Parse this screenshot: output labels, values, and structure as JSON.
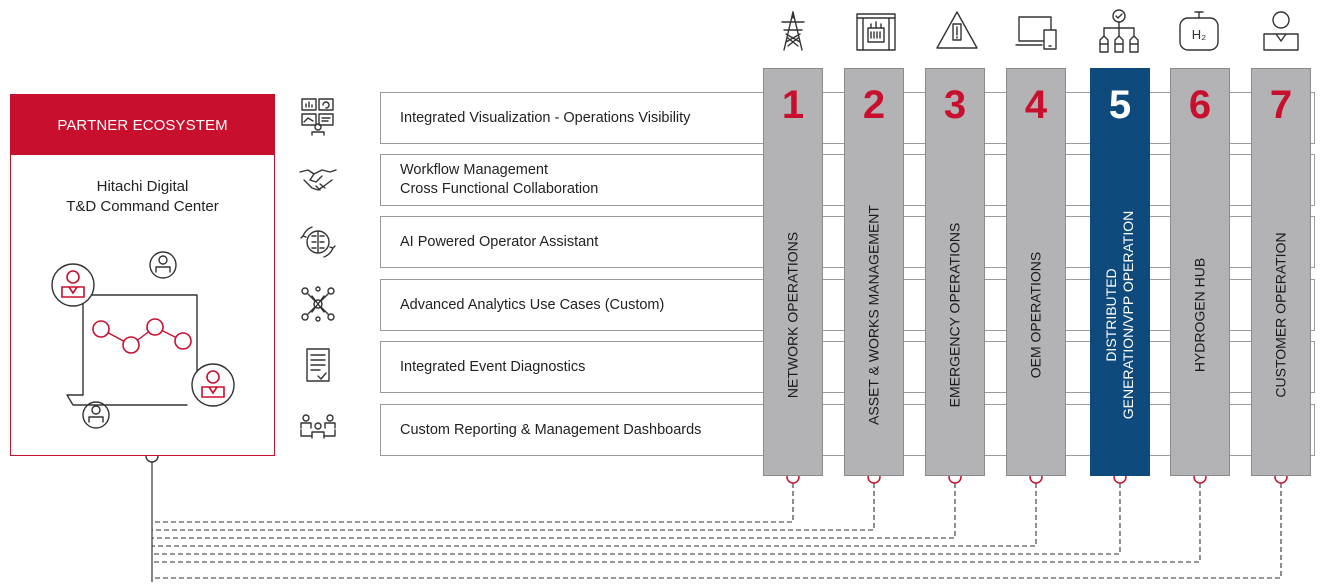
{
  "partner": {
    "header": "PARTNER ECOSYSTEM",
    "title_line1": "Hitachi Digital",
    "title_line2": "T&D Command Center"
  },
  "capabilities": [
    {
      "line1": "Integrated Visualization - Operations Visibility",
      "line2": "",
      "icon": "dashboard-icon"
    },
    {
      "line1": "Workflow Management",
      "line2": "Cross Functional Collaboration",
      "icon": "handshake-icon"
    },
    {
      "line1": "AI Powered Operator Assistant",
      "line2": "",
      "icon": "ai-brain-icon"
    },
    {
      "line1": "Advanced Analytics Use Cases (Custom)",
      "line2": "",
      "icon": "network-analytics-icon"
    },
    {
      "line1": "Integrated Event Diagnostics",
      "line2": "",
      "icon": "checklist-document-icon"
    },
    {
      "line1": "Custom Reporting & Management Dashboards",
      "line2": "",
      "icon": "team-reporting-icon"
    }
  ],
  "operations": [
    {
      "number": "1",
      "line1": "NETWORK OPERATIONS",
      "line2": "",
      "icon": "transmission-tower-icon"
    },
    {
      "number": "2",
      "line1": "ASSET & WORKS MANAGEMENT",
      "line2": "",
      "icon": "substation-icon"
    },
    {
      "number": "3",
      "line1": "EMERGENCY OPERATIONS",
      "line2": "",
      "icon": "warning-triangle-icon"
    },
    {
      "number": "4",
      "line1": "OEM OPERATIONS",
      "line2": "",
      "icon": "laptop-device-icon"
    },
    {
      "number": "5",
      "line1": "DISTRIBUTED",
      "line2": "GENERATION/VPP OPERATION",
      "icon": "distributed-generation-icon",
      "highlighted": true
    },
    {
      "number": "6",
      "line1": "HYDROGEN HUB",
      "line2": "",
      "icon": "hydrogen-tank-icon"
    },
    {
      "number": "7",
      "line1": "CUSTOMER OPERATION",
      "line2": "",
      "icon": "customer-person-icon"
    }
  ],
  "colors": {
    "brand_red": "#c8102e",
    "column_gray": "#b3b3b5",
    "highlight_blue": "#0f4a7d"
  },
  "icons": {
    "h2_label": "H₂"
  }
}
